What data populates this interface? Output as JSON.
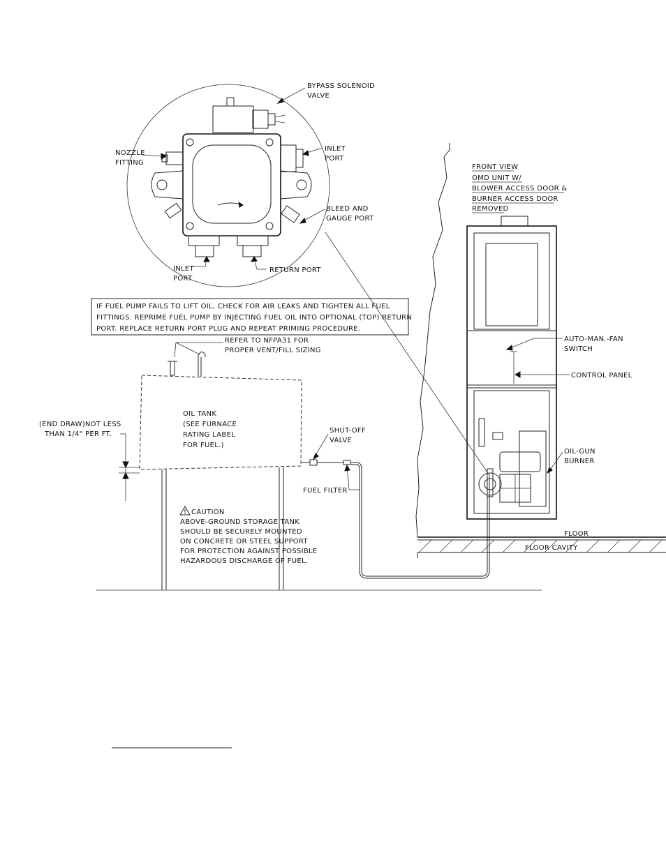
{
  "labels": {
    "bypass_solenoid": [
      "BYPASS SOLENOID",
      "VALVE"
    ],
    "nozzle_fitting": [
      "NOZZLE",
      "FITTING"
    ],
    "inlet_port_right": [
      "INLET",
      "PORT"
    ],
    "bleed_gauge": [
      "BLEED AND",
      "GAUGE PORT"
    ],
    "inlet_port_bottom": [
      "INLET",
      "PORT"
    ],
    "return_port": "RETURN PORT",
    "front_view": [
      "FRONT VIEW",
      "OMD UNIT W/",
      "BLOWER ACCESS DOOR &",
      "BURNER ACCESS DOOR",
      "REMOVED"
    ],
    "note": [
      "IF FUEL PUMP FAILS TO LIFT OIL, CHECK FOR AIR LEAKS AND TIGHTEN ALL FUEL",
      "FITTINGS. REPRIME FUEL PUMP BY INJECTING FUEL OIL INTO OPTIONAL (TOP) RETURN",
      "PORT. REPLACE RETURN PORT PLUG AND REPEAT PRIMING PROCEDURE."
    ],
    "nfpa": [
      "REFER TO NFPA31 FOR",
      "PROPER VENT/FILL SIZING"
    ],
    "auto_man_fan": [
      "AUTO-MAN.-FAN",
      "SWITCH"
    ],
    "control_panel": "CONTROL PANEL",
    "oil_tank": [
      "OIL TANK",
      "(SEE FURNACE",
      "RATING LABEL",
      "FOR FUEL.)"
    ],
    "end_draw": [
      "(END DRAW)NOT LESS",
      "THAN 1/4\" PER FT."
    ],
    "shutoff": [
      "SHUT-OFF",
      "VALVE"
    ],
    "oil_gun": [
      "OIL-GUN",
      "BURNER"
    ],
    "fuel_filter": "FUEL FILTER",
    "caution": [
      "CAUTION",
      "ABOVE-GROUND STORAGE TANK",
      "SHOULD BE SECURELY MOUNTED",
      "ON CONCRETE OR STEEL SUPPORT",
      "FOR PROTECTION AGAINST POSSIBLE",
      "HAZARDOUS DISCHARGE OF FUEL."
    ],
    "floor": "FLOOR",
    "floor_cavity": "FLOOR CAVITY"
  }
}
